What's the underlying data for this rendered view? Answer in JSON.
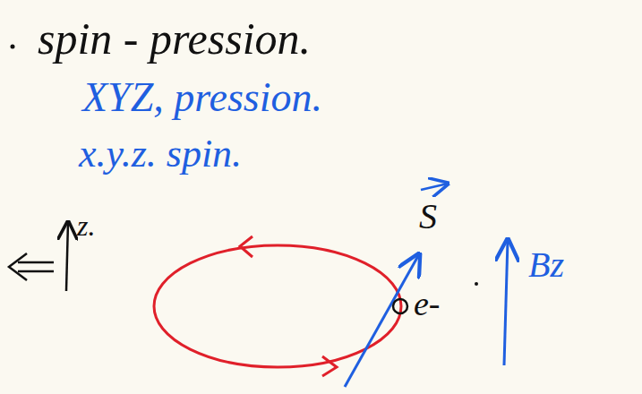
{
  "diagram": {
    "labels": [
      "spin - pression.",
      "XYZ, pression.",
      "x.y.z. spin.",
      "z.",
      "S",
      "e-",
      "Bz"
    ]
  }
}
